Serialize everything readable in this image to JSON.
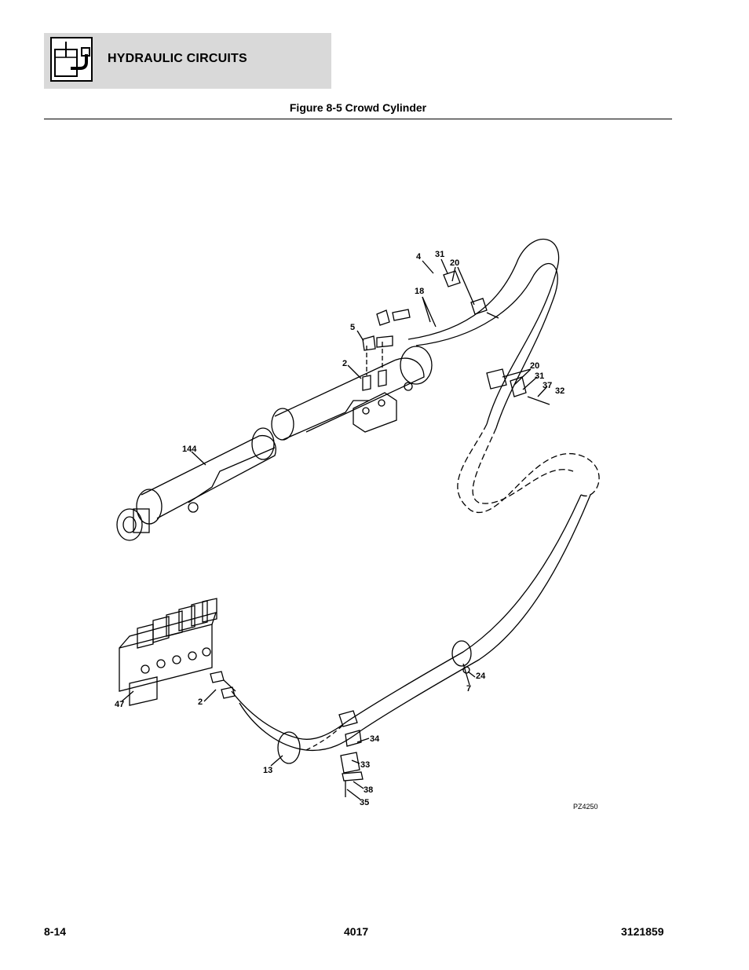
{
  "header": {
    "section_title": "HYDRAULIC CIRCUITS",
    "icon": "hydraulic-circuit-icon"
  },
  "figure": {
    "title": "Figure 8-5 Crowd Cylinder",
    "ref_code": "PZ4250"
  },
  "callouts": {
    "c4": "4",
    "c31a": "31",
    "c20a": "20",
    "c18": "18",
    "c5": "5",
    "c2a": "2",
    "c20b": "20",
    "c31b": "31",
    "c37": "37",
    "c32": "32",
    "c144": "144",
    "c24": "24",
    "c7": "7",
    "c47": "47",
    "c2b": "2",
    "c34": "34",
    "c33": "33",
    "c13": "13",
    "c38": "38",
    "c35": "35"
  },
  "footer": {
    "left": "8-14",
    "center": "4017",
    "right": "3121859"
  }
}
